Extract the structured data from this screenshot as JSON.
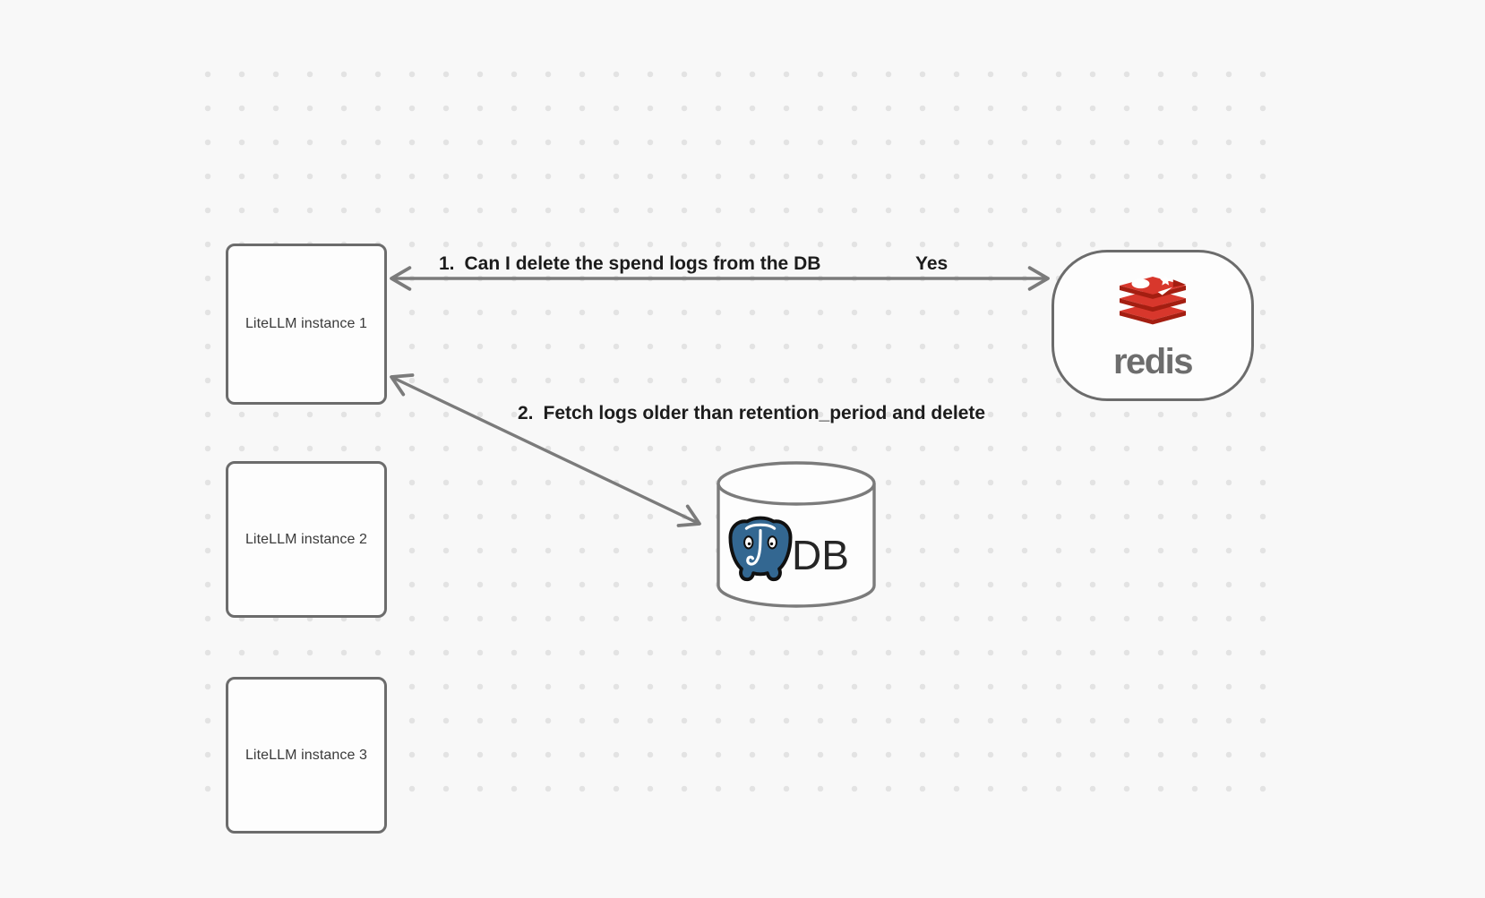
{
  "diagram": {
    "background_color": "#f8f8f8",
    "dot_grid_color": "#e3e3e3",
    "arrow_color": "#7b7b7b",
    "node_border_color": "#6c6c6c",
    "node_fill_color": "#fdfdfd"
  },
  "nodes": {
    "litellm": [
      {
        "label": "LiteLLM instance 1"
      },
      {
        "label": "LiteLLM instance 2"
      },
      {
        "label": "LiteLLM instance 3"
      }
    ],
    "redis": {
      "wordmark": "redis",
      "wordmark_color": "#6d6d6d",
      "logo_icon": "redis-stack-logo",
      "logo_red": "#d8372c",
      "logo_dark_red": "#a41e11"
    },
    "db": {
      "label": "DB",
      "logo_icon": "postgresql-elephant-logo",
      "logo_blue": "#336791"
    }
  },
  "edges": [
    {
      "number": "1.",
      "label": "Can I delete the spend logs from the DB",
      "response": "Yes",
      "direction": "bidirectional"
    },
    {
      "number": "2.",
      "label": "Fetch logs older than retention_period and delete",
      "direction": "bidirectional"
    }
  ]
}
